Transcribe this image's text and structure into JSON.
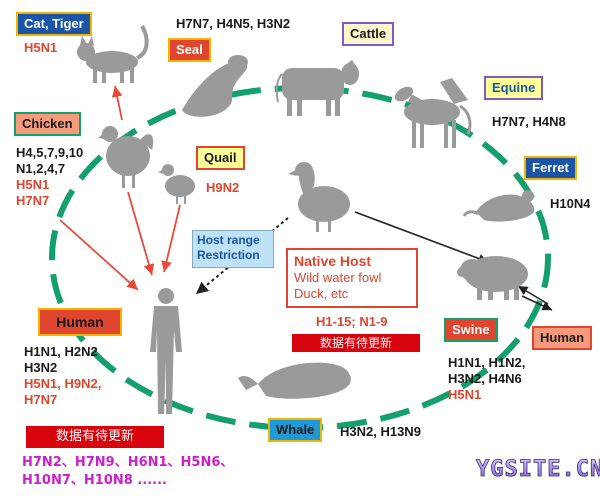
{
  "colors": {
    "cycle_green": "#14a06c",
    "arrow_red": "#e84a3a",
    "arrow_black": "#222222",
    "subtype_dark": "#1a1a1a",
    "subtype_red": "#e0452f",
    "pending_pink": "#cc1fcc",
    "silhouette": "#9a9a9a"
  },
  "hosts": {
    "cat_tiger": {
      "label": "Cat, Tiger",
      "subtypes_red": "H5N1"
    },
    "seal": {
      "label": "Seal",
      "subtypes": "H7N7, H4N5, H3N2"
    },
    "cattle": {
      "label": "Cattle"
    },
    "equine": {
      "label": "Equine",
      "subtypes": "H7N7, H4N8"
    },
    "chicken": {
      "label": "Chicken",
      "subtypes_dark": [
        "H4,5,7,9,10",
        "N1,2,4,7"
      ],
      "subtypes_red": [
        "H5N1",
        "H7N7"
      ]
    },
    "quail": {
      "label": "Quail",
      "subtypes_red": "H9N2"
    },
    "ferret": {
      "label": "Ferret",
      "subtypes": "H10N4"
    },
    "swine": {
      "label": "Swine",
      "subtypes_dark": [
        "H1N1, H1N2,",
        "H3N2, H4N6"
      ],
      "subtypes_red": "H5N1"
    },
    "human_right": {
      "label": "Human"
    },
    "human": {
      "label": "Human",
      "subtypes_dark": [
        "H1N1, H2N2",
        "H3N2"
      ],
      "subtypes_red": [
        "H5N1, H9N2,",
        "H7N7"
      ]
    },
    "whale": {
      "label": "Whale",
      "subtypes": "H3N2, H13N9"
    }
  },
  "host_range": {
    "lines": [
      "Host range",
      "Restriction"
    ]
  },
  "native_host": {
    "title": "Native Host",
    "lines": [
      "Wild water fowl",
      "Duck, etc"
    ],
    "subtypes": "H1-15; N1-9"
  },
  "pending_update_label": "数据有待更新",
  "pending_subtypes": [
    "H7N2、H7N9、H6N1、H5N6、",
    "H10N7、H10N8 ......"
  ],
  "watermark": "YGSITE.CN"
}
